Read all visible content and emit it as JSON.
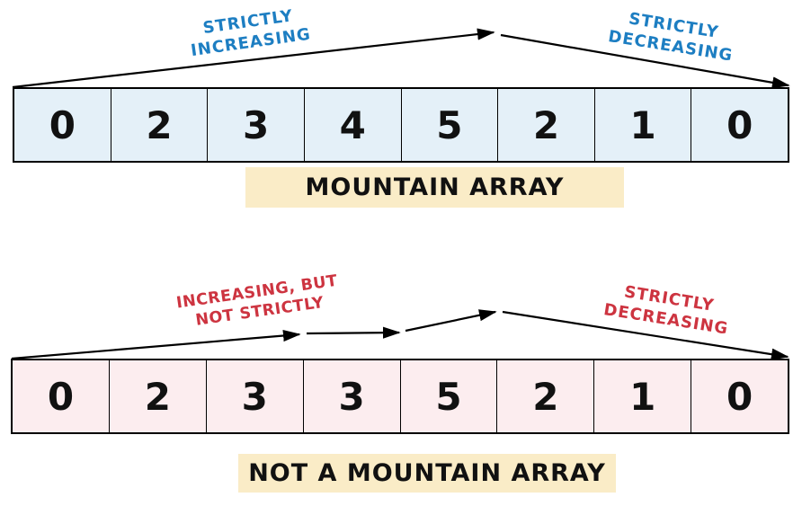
{
  "top_diagram": {
    "values": [
      "0",
      "2",
      "3",
      "4",
      "5",
      "2",
      "1",
      "0"
    ],
    "label_increasing": "STRICTLY\nINCREASING",
    "label_decreasing": "STRICTLY\nDECREASING",
    "caption": "MOUNTAIN ARRAY",
    "label_color": "#1d7ec2",
    "cell_bg": "#e4f0f8"
  },
  "bottom_diagram": {
    "values": [
      "0",
      "2",
      "3",
      "3",
      "5",
      "2",
      "1",
      "0"
    ],
    "label_increasing": "INCREASING, BUT\nNOT STRICTLY",
    "label_decreasing": "STRICTLY\nDECREASING",
    "caption": "NOT A MOUNTAIN ARRAY",
    "label_color": "#cd3440",
    "cell_bg": "#fcedef"
  },
  "caption_bg": "#faecc7",
  "arrow_color": "#000000"
}
